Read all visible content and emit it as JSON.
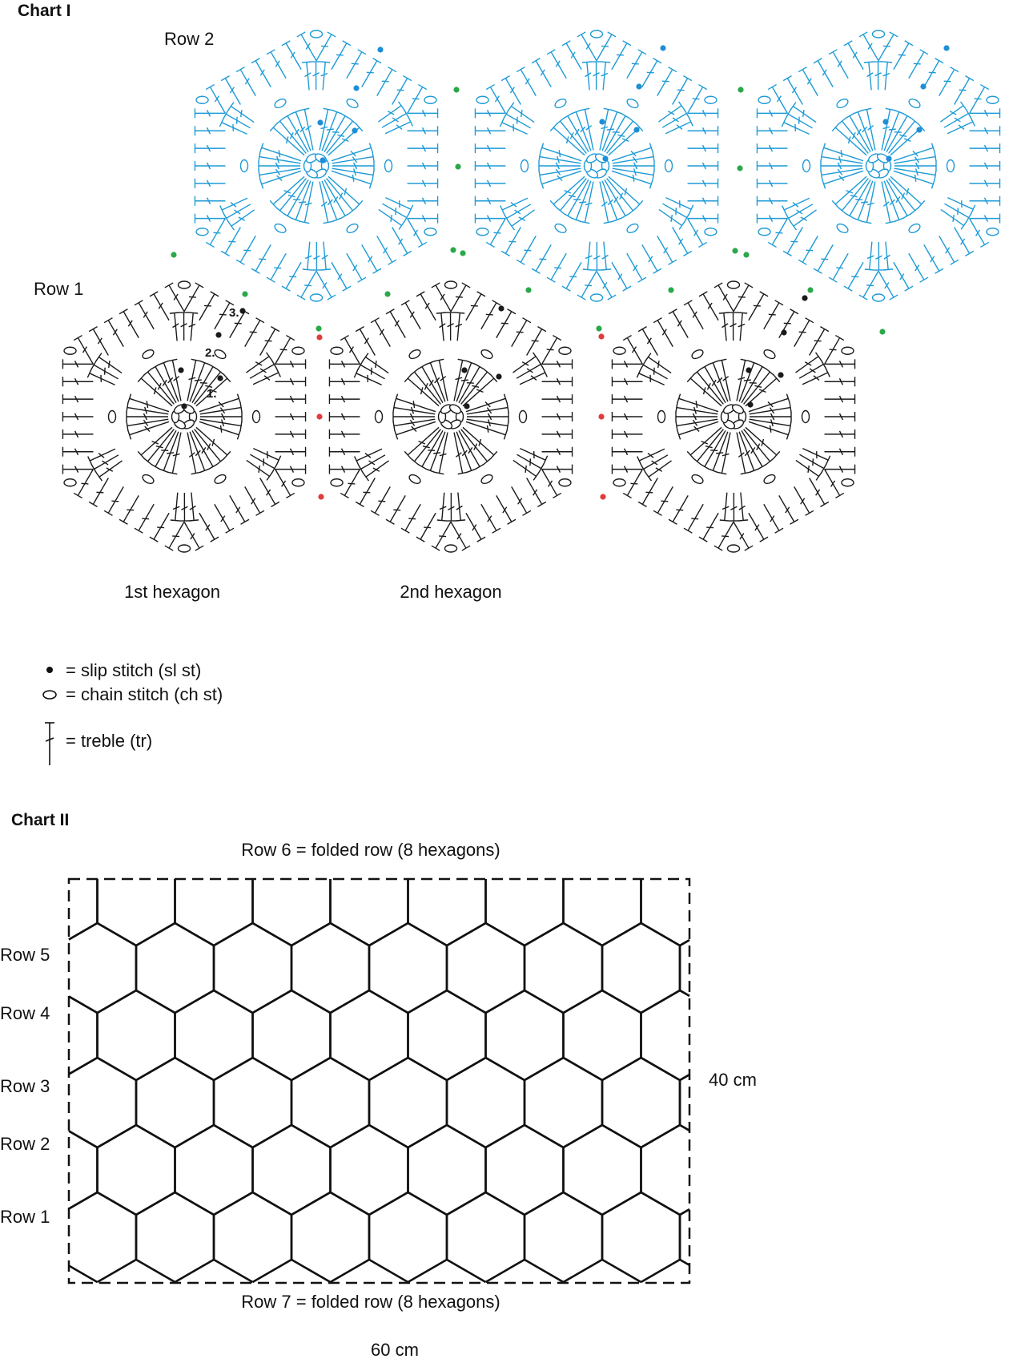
{
  "chart1": {
    "title": "Chart I",
    "row2_label": "Row 2",
    "row1_label": "Row 1",
    "step_labels": [
      "1.",
      "2.",
      "3."
    ],
    "hexagon_labels": [
      "1st hexagon",
      "2nd hexagon"
    ],
    "colors": {
      "row1": "#1a1a1a",
      "row2": "#1e9bd7",
      "green_dot": "#2aa84a",
      "red_dot": "#e23b3b",
      "blue_dot": "#1e8fd6"
    }
  },
  "legend": {
    "slip_stitch": "= slip stitch (sl st)",
    "chain_stitch": "= chain stitch (ch st)",
    "treble": "= treble (tr)"
  },
  "chart2": {
    "title": "Chart II",
    "top_label": "Row 6 = folded row (8 hexagons)",
    "bottom_label": "Row 7 = folded row (8 hexagons)",
    "rows": [
      "Row 5",
      "Row 4",
      "Row 3",
      "Row 2",
      "Row 1"
    ],
    "height_label": "40 cm",
    "width_label": "60 cm"
  }
}
